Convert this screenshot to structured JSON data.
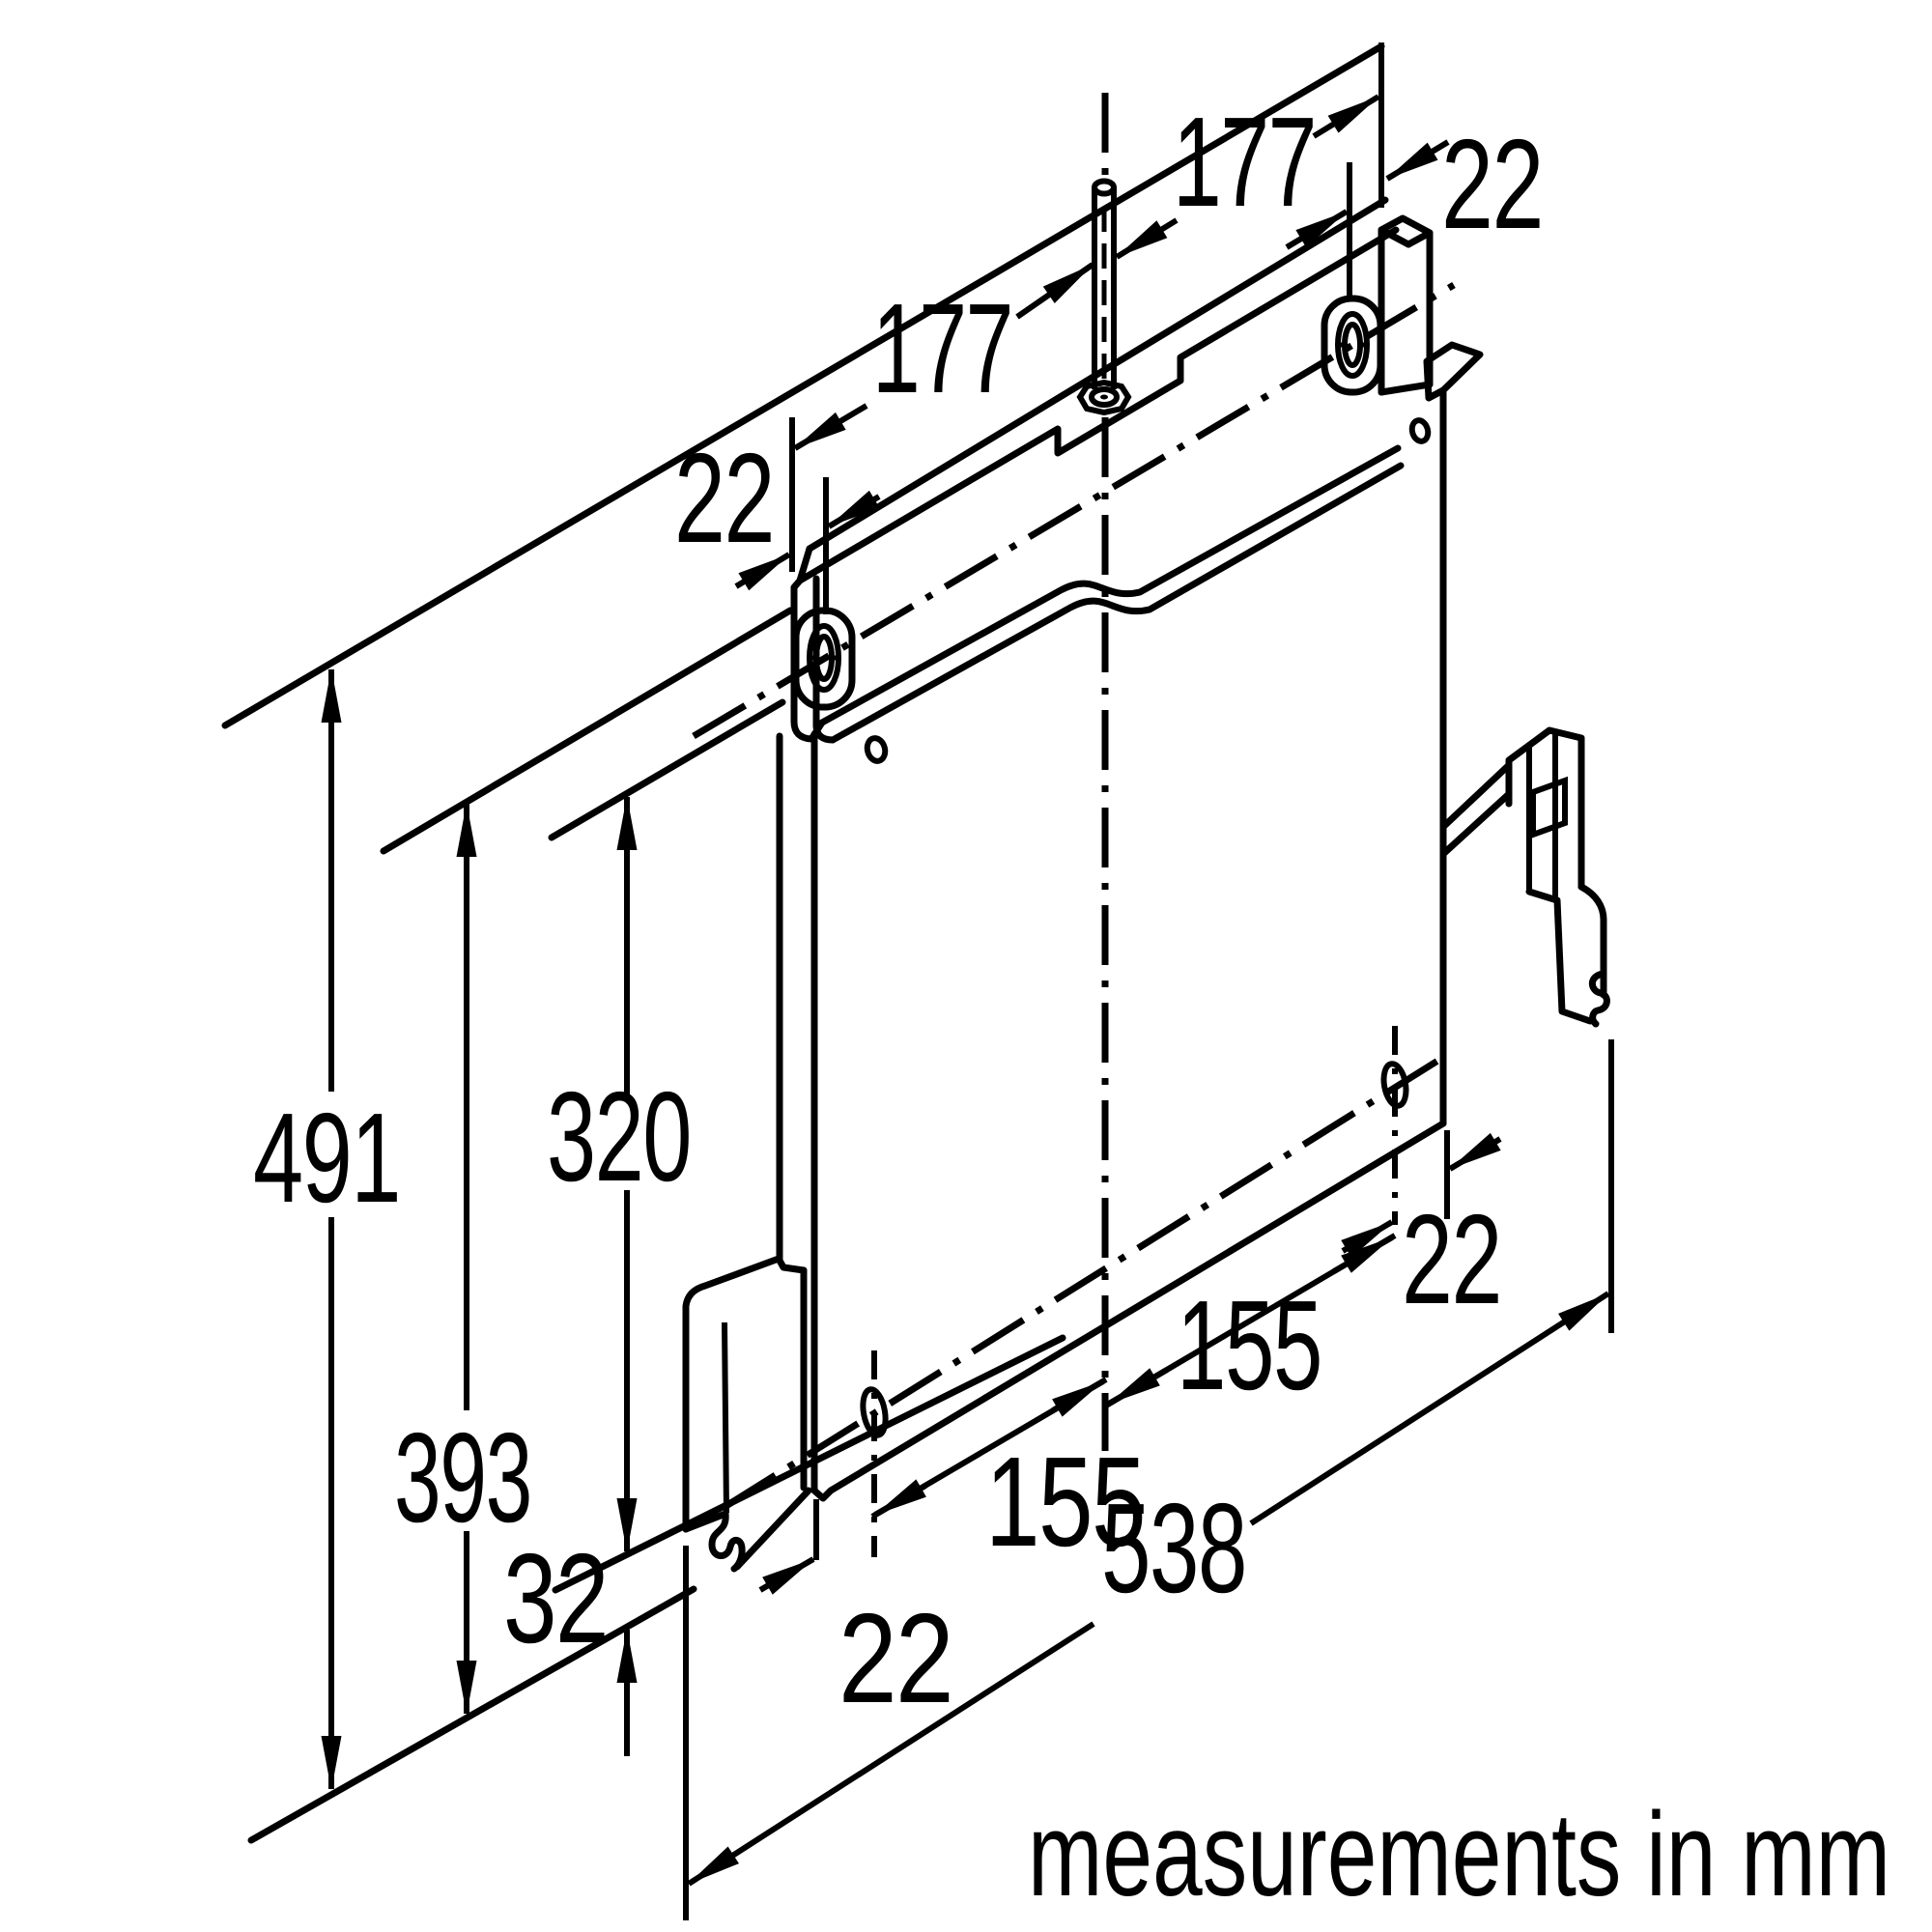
{
  "drawing": {
    "type": "appliance installation mounting drawing (isometric back panel with mounting rail, hanger brackets, keyhole slots and adjusting screw)",
    "units_note": "measurements in mm",
    "colors": {
      "line": "#000000",
      "background": "#ffffff"
    }
  },
  "dimensions_mm": {
    "top_rail_left_width": "177",
    "top_rail_left_edge_offset": "22",
    "top_rail_right_width": "177",
    "top_rail_right_edge_offset": "22",
    "overall_height": "491",
    "bracket_height": "393",
    "panel_height": "320",
    "bottom_flange_height": "32",
    "bottom_left_hole_edge_offset": "22",
    "bottom_left_hole_to_center": "155",
    "bottom_right_hole_to_center": "155",
    "bottom_right_hole_edge_offset": "22",
    "overall_width": "538"
  },
  "labels": {
    "dim_177_left": "177",
    "dim_177_top": "177",
    "dim_22_top_left": "22",
    "dim_22_top_right": "22",
    "dim_491": "491",
    "dim_393": "393",
    "dim_320": "320",
    "dim_32": "32",
    "dim_22_bottom_left": "22",
    "dim_155_bottom": "155",
    "dim_155_top": "155",
    "dim_22_bottom_right": "22",
    "dim_538": "538",
    "note": "measurements in mm"
  }
}
